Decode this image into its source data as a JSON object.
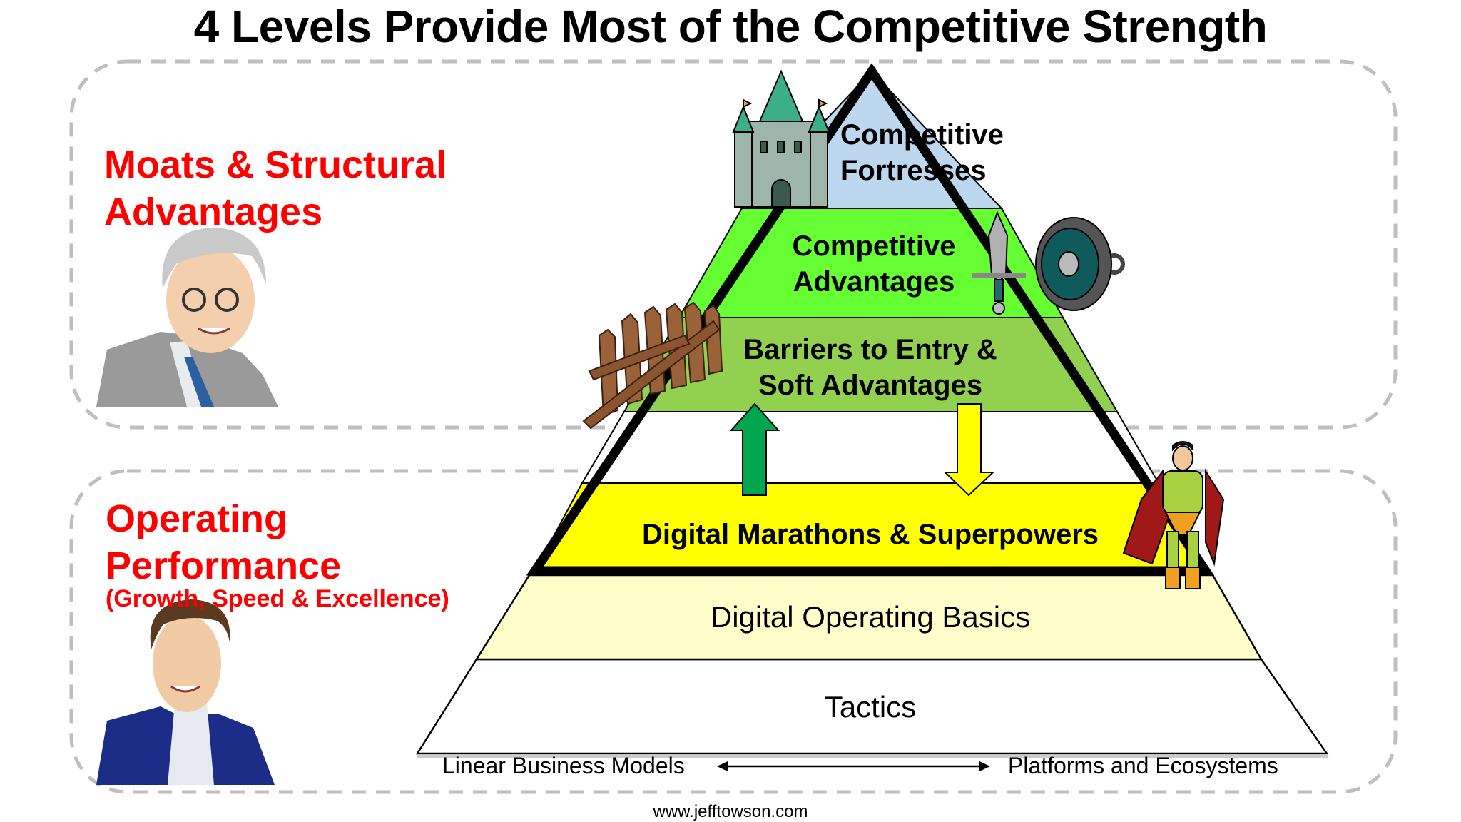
{
  "title": "4 Levels Provide Most of the Competitive Strength",
  "sections": {
    "upper": {
      "heading_line1": "Moats & Structural",
      "heading_line2": "Advantages",
      "portrait": "older-businessman-portrait"
    },
    "lower": {
      "heading_line1": "Operating",
      "heading_line2": "Performance",
      "subheading": "(Growth, Speed & Excellence)",
      "portrait": "younger-businessman-portrait"
    }
  },
  "pyramid": {
    "levels": [
      {
        "label_line1": "Competitive",
        "label_line2": "Fortresses",
        "color": "#BDD7EE",
        "icon": "castle-icon"
      },
      {
        "label_line1": "Competitive",
        "label_line2": "Advantages",
        "color": "#66FF33",
        "icon": "sword-and-shield-icon"
      },
      {
        "label_line1": "Barriers to Entry &",
        "label_line2": "Soft Advantages",
        "color": "#92D050",
        "icon": "wooden-palisade-icon"
      },
      {
        "label_line1": "Digital Marathons & Superpowers",
        "color": "#FFFF00",
        "icon": "superhero-icon"
      },
      {
        "label_line1": "Digital Operating Basics",
        "color": "#FFFFCC"
      },
      {
        "label_line1": "Tactics",
        "color": "#FFFFFF"
      }
    ],
    "arrows": {
      "up": {
        "color": "#00A550",
        "direction": "up"
      },
      "down": {
        "color": "#FFFF00",
        "direction": "down"
      }
    }
  },
  "axis": {
    "left_label": "Linear Business Models",
    "right_label": "Platforms and Ecosystems"
  },
  "footer": "www.jefftowson.com",
  "colors": {
    "accent_red": "#FF0000",
    "dashed_border": "#BFBFBF"
  }
}
